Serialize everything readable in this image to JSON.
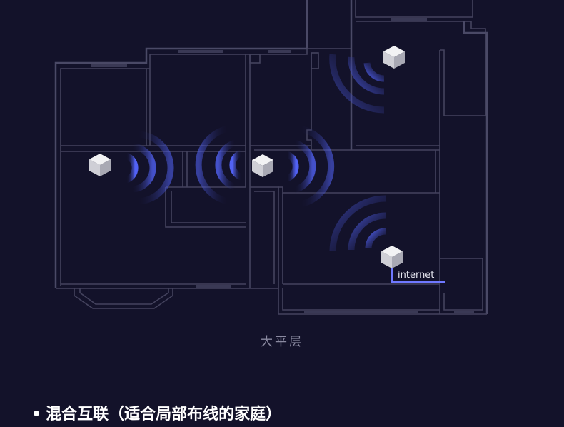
{
  "floorplan": {
    "caption": "大平层",
    "internet_label": "internet",
    "colors": {
      "background": "#13122a",
      "wall": "#4a4966",
      "wave": "#4a5cf0",
      "node_top": "#f2f2f4",
      "node_left": "#cfcfd6",
      "node_right": "#a9a9b4",
      "cable": "#6f78ff"
    },
    "node_count": 4
  },
  "section": {
    "bullet": "•",
    "heading": "混合互联（适合局部布线的家庭）"
  }
}
